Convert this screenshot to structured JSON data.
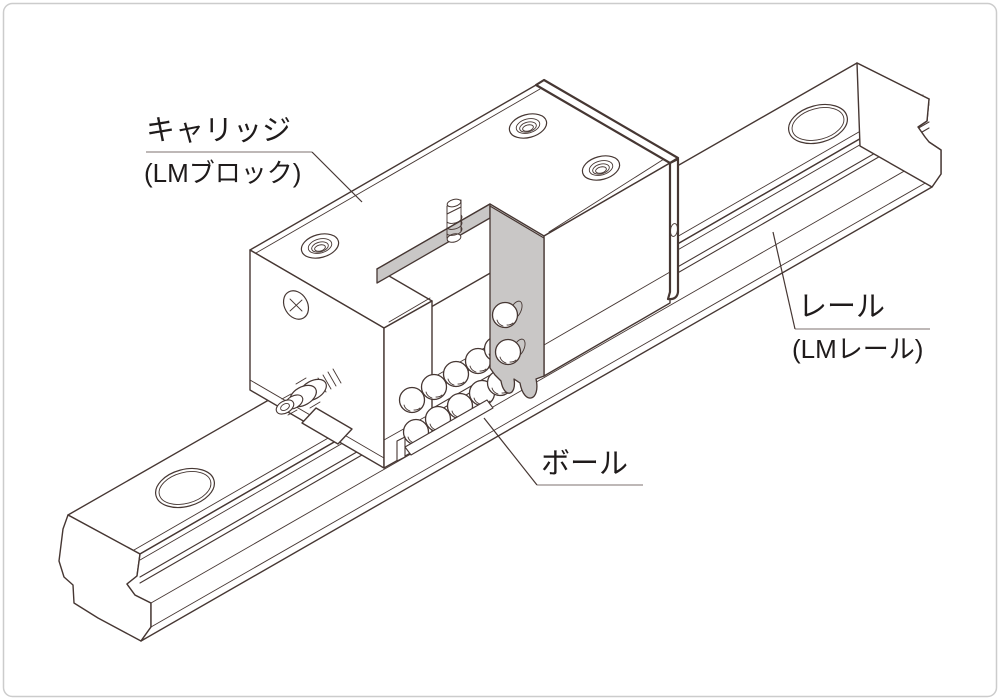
{
  "diagram": {
    "labels": {
      "carriage": {
        "main": "キャリッジ",
        "sub": "(LMブロック)"
      },
      "rail": {
        "main": "レール",
        "sub": "(LMレール)"
      },
      "ball": {
        "main": "ボール"
      }
    },
    "parts": [
      {
        "name": "キャリッジ (LMブロック)"
      },
      {
        "name": "レール (LMレール)"
      },
      {
        "name": "ボール"
      }
    ],
    "colors": {
      "line": "#463733",
      "section_fill": "#c9c7c6",
      "surface_fill": "#ffffff",
      "frame_border": "#cccccc",
      "underline": "#a8a19f",
      "label_text": "#1f1b1b",
      "background": "#ffffff"
    }
  }
}
